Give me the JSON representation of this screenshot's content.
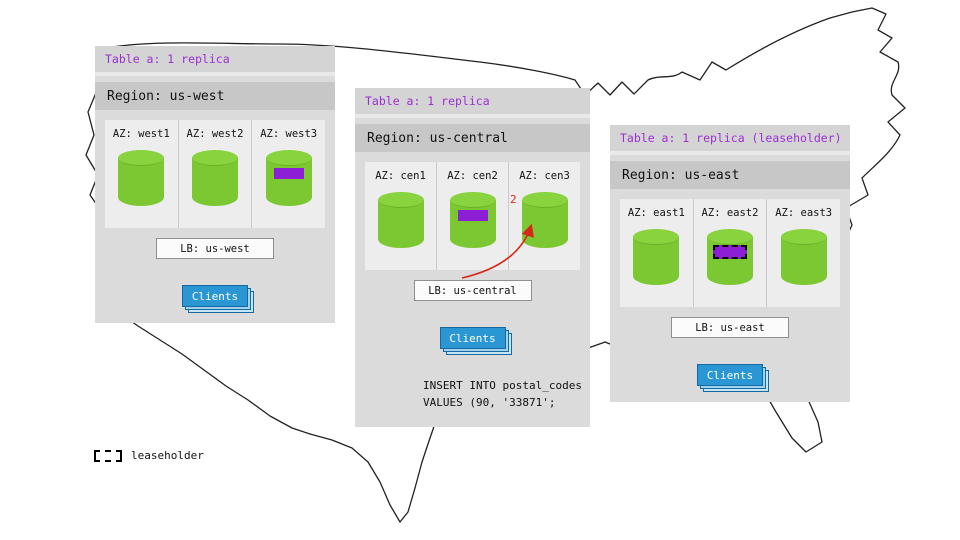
{
  "legend": {
    "label": "leaseholder"
  },
  "sql": {
    "line1": "INSERT INTO postal_codes",
    "line2": "VALUES (90, '33871';"
  },
  "arrow": {
    "label": "2"
  },
  "colors": {
    "replica_green": "#7cc832",
    "range_purple": "#8c1fd6",
    "clients_blue": "#2a96d4",
    "arrow_red": "#d6281a",
    "header_purple": "#9b2fd4",
    "panel_gray": "#dbdbdb"
  },
  "panels": [
    {
      "table_label": "Table a: 1 replica",
      "region_label": "Region: us-west",
      "azs": [
        {
          "label": "AZ: west1",
          "range": false,
          "leaseholder": false
        },
        {
          "label": "AZ: west2",
          "range": false,
          "leaseholder": false
        },
        {
          "label": "AZ: west3",
          "range": true,
          "leaseholder": false
        }
      ],
      "lb_label": "LB: us-west",
      "clients_label": "Clients"
    },
    {
      "table_label": "Table a: 1 replica",
      "region_label": "Region: us-central",
      "azs": [
        {
          "label": "AZ: cen1",
          "range": false,
          "leaseholder": false
        },
        {
          "label": "AZ: cen2",
          "range": true,
          "leaseholder": false
        },
        {
          "label": "AZ: cen3",
          "range": false,
          "leaseholder": false
        }
      ],
      "lb_label": "LB: us-central",
      "clients_label": "Clients"
    },
    {
      "table_label": "Table a: 1 replica (leaseholder)",
      "region_label": "Region: us-east",
      "azs": [
        {
          "label": "AZ: east1",
          "range": false,
          "leaseholder": false
        },
        {
          "label": "AZ: east2",
          "range": true,
          "leaseholder": true
        },
        {
          "label": "AZ: east3",
          "range": false,
          "leaseholder": false
        }
      ],
      "lb_label": "LB: us-east",
      "clients_label": "Clients"
    }
  ]
}
